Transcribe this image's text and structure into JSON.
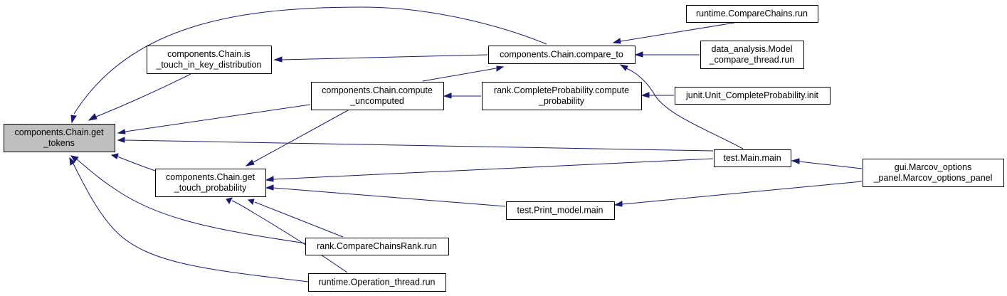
{
  "graph": {
    "edge_color": "#191970",
    "root_fill": "#bfbfbf",
    "node_fill": "#ffffff",
    "nodes": [
      {
        "id": "get_tokens",
        "lines": [
          "components.Chain.get",
          "_tokens"
        ],
        "root": true
      },
      {
        "id": "is_touch",
        "lines": [
          "components.Chain.is",
          "_touch_in_key_distribution"
        ]
      },
      {
        "id": "compare_to",
        "lines": [
          "components.Chain.compare_to"
        ]
      },
      {
        "id": "compute_uncomputed",
        "lines": [
          "components.Chain.compute",
          "_uncomputed"
        ]
      },
      {
        "id": "get_touch_probability",
        "lines": [
          "components.Chain.get",
          "_touch_probability"
        ]
      },
      {
        "id": "runtime_comparechains",
        "lines": [
          "runtime.CompareChains.run"
        ]
      },
      {
        "id": "data_analysis_model",
        "lines": [
          "data_analysis.Model",
          "_compare_thread.run"
        ]
      },
      {
        "id": "rank_completeprobability",
        "lines": [
          "rank.CompleteProbability.compute",
          "_probability"
        ]
      },
      {
        "id": "junit_init",
        "lines": [
          "junit.Unit_CompleteProbability.init"
        ]
      },
      {
        "id": "test_main",
        "lines": [
          "test.Main.main"
        ]
      },
      {
        "id": "test_print_model",
        "lines": [
          "test.Print_model.main"
        ]
      },
      {
        "id": "gui_marcov",
        "lines": [
          "gui.Marcov_options",
          "_panel.Marcov_options_panel"
        ]
      },
      {
        "id": "rank_comparechainsrank",
        "lines": [
          "rank.CompareChainsRank.run"
        ]
      },
      {
        "id": "runtime_operation_thread",
        "lines": [
          "runtime.Operation_thread.run"
        ]
      }
    ],
    "edges": [
      {
        "from": "compare_to",
        "to": "get_tokens"
      },
      {
        "from": "is_touch",
        "to": "get_tokens"
      },
      {
        "from": "compute_uncomputed",
        "to": "get_tokens"
      },
      {
        "from": "test_main",
        "to": "get_tokens"
      },
      {
        "from": "get_touch_probability",
        "to": "get_tokens"
      },
      {
        "from": "rank_comparechainsrank",
        "to": "get_tokens"
      },
      {
        "from": "runtime_operation_thread",
        "to": "get_tokens"
      },
      {
        "from": "compare_to",
        "to": "is_touch"
      },
      {
        "from": "runtime_comparechains",
        "to": "compare_to"
      },
      {
        "from": "data_analysis_model",
        "to": "compare_to"
      },
      {
        "from": "test_main",
        "to": "compare_to"
      },
      {
        "from": "compute_uncomputed",
        "to": "compare_to"
      },
      {
        "from": "rank_completeprobability",
        "to": "compute_uncomputed"
      },
      {
        "from": "junit_init",
        "to": "rank_completeprobability"
      },
      {
        "from": "compute_uncomputed",
        "to": "get_touch_probability"
      },
      {
        "from": "test_main",
        "to": "get_touch_probability"
      },
      {
        "from": "test_print_model",
        "to": "get_touch_probability"
      },
      {
        "from": "rank_comparechainsrank",
        "to": "get_touch_probability"
      },
      {
        "from": "runtime_operation_thread",
        "to": "get_touch_probability"
      },
      {
        "from": "gui_marcov",
        "to": "test_main"
      },
      {
        "from": "gui_marcov",
        "to": "test_print_model"
      }
    ]
  }
}
